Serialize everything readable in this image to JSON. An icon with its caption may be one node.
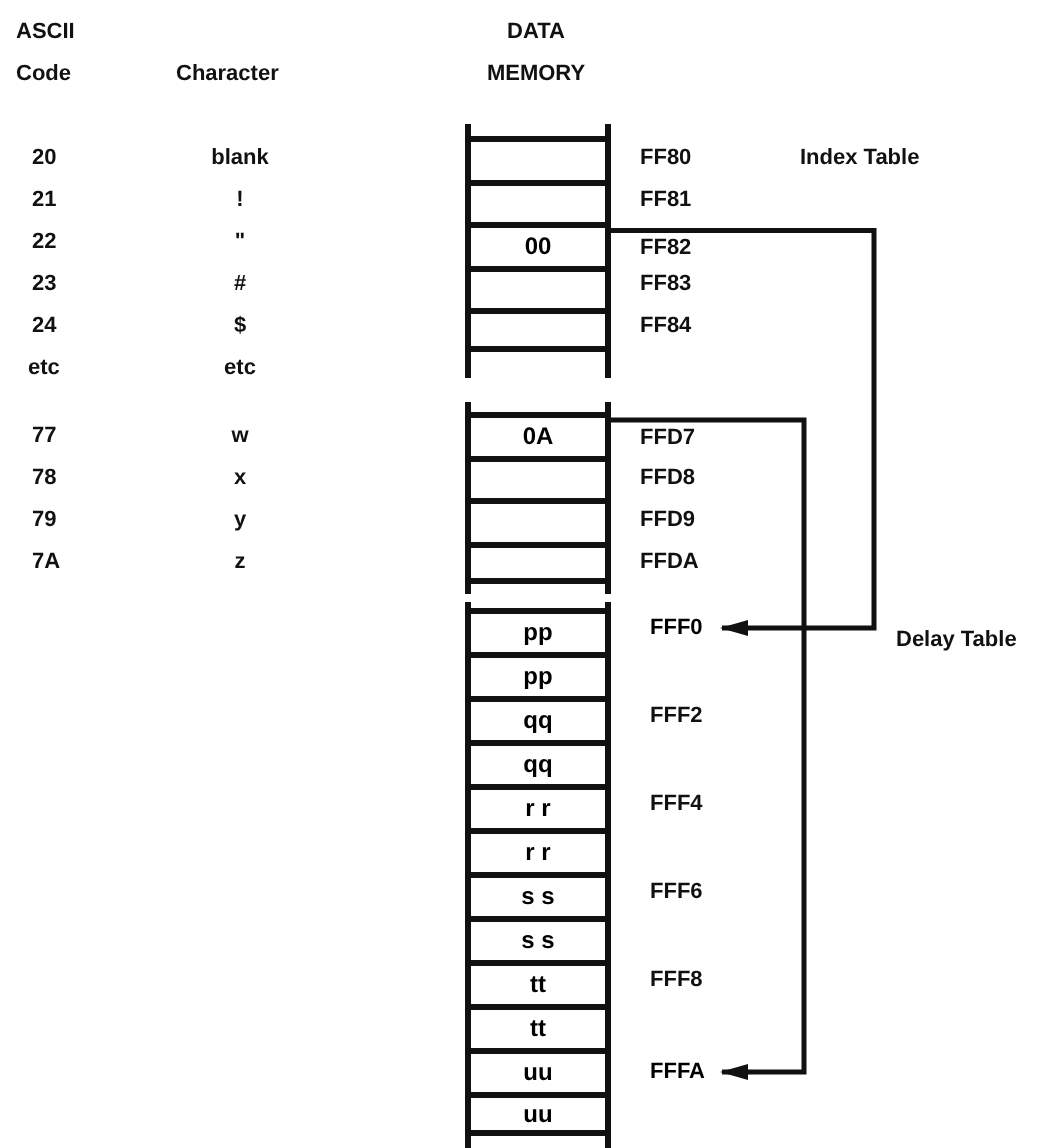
{
  "diagram": {
    "nodes": [
      {
        "text": [],
        "shape": "box"
      },
      {
        "text": [],
        "shape": "box"
      },
      {
        "text": [
          "00"
        ]
      },
      {
        "text": [],
        "shape": "box"
      },
      {
        "text": [],
        "shape": "box"
      },
      {
        "text": [
          "0A"
        ]
      },
      {
        "text": [],
        "shape": "box"
      },
      {
        "text": [],
        "shape": "box"
      },
      {
        "text": [],
        "shape": "box"
      },
      {
        "text": [
          "pp"
        ]
      },
      {
        "text": [
          "pp"
        ]
      },
      {
        "text": [
          "qq"
        ]
      },
      {
        "text": [
          "qq"
        ]
      },
      {
        "text": [
          "r r"
        ]
      },
      {
        "text": [
          "r r"
        ]
      },
      {
        "text": [
          "s s"
        ]
      },
      {
        "text": [
          "s s"
        ]
      },
      {
        "text": [
          "tt"
        ]
      },
      {
        "text": [
          "tt"
        ]
      },
      {
        "text": [
          "uu"
        ]
      },
      {
        "text": [
          "uu"
        ]
      },
      {
        "text": [
          "FFF0"
        ]
      },
      {
        "text": [
          "FFFA"
        ]
      }
    ],
    "edges": [
      {
        "from": 2,
        "to": 21,
        "arrow": "to"
      },
      {
        "from": 5,
        "to": 22,
        "arrow": "to"
      }
    ],
    "labels": [
      "ASCII",
      "DATA",
      "Code",
      "Character",
      "MEMORY",
      "20",
      "blank",
      "FF80",
      "Index Table",
      "21",
      "!",
      "FF81",
      "22",
      "\"",
      "FF82",
      "23",
      "#",
      "FF83",
      "24",
      "$",
      "FF84",
      "etc",
      "etc",
      "77",
      "w",
      "FFD7",
      "78",
      "x",
      "FFD8",
      "79",
      "y",
      "FFD9",
      "7A",
      "z",
      "FFDA",
      "Delay Table",
      "FFF2",
      "FFF4",
      "FFF6",
      "FFF8"
    ]
  }
}
